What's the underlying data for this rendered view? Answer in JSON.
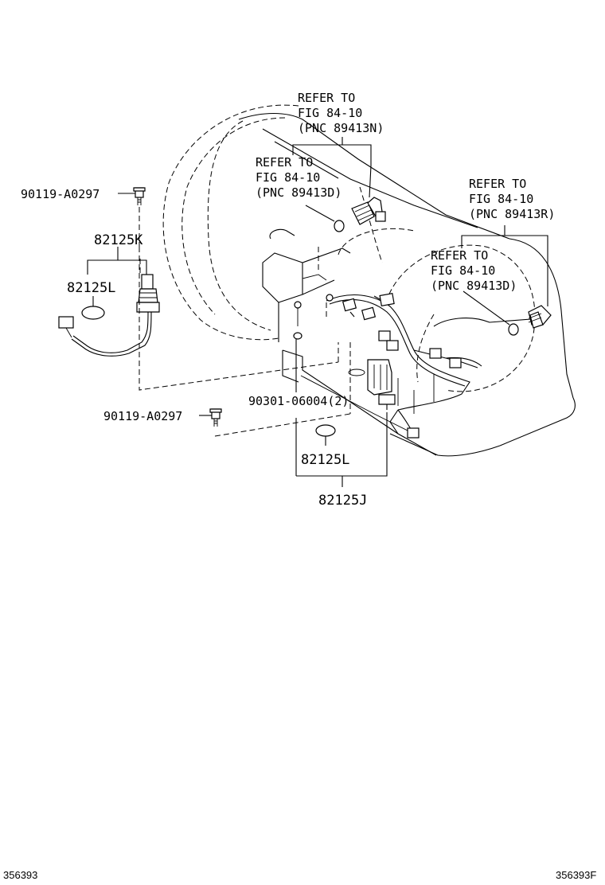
{
  "callouts": [
    {
      "line1": "REFER TO",
      "line2": "FIG 84-10",
      "line3": "(PNC 89413N)"
    },
    {
      "line1": "REFER TO",
      "line2": "FIG 84-10",
      "line3": "(PNC 89413D)"
    },
    {
      "line1": "REFER TO",
      "line2": "FIG 84-10",
      "line3": "(PNC 89413R)"
    },
    {
      "line1": "REFER TO",
      "line2": "FIG 84-10",
      "line3": "(PNC 89413D)"
    }
  ],
  "parts": {
    "bolt_upper": "90119-A0297",
    "bolt_lower": "90119-A0297",
    "sensor_k": "82125K",
    "oring_left": "82125L",
    "gasket": "90301-06004(2)",
    "oring_bottom": "82125L",
    "sensor_j": "82125J"
  },
  "footer": {
    "left_id": "356393",
    "right_id": "356393F"
  }
}
